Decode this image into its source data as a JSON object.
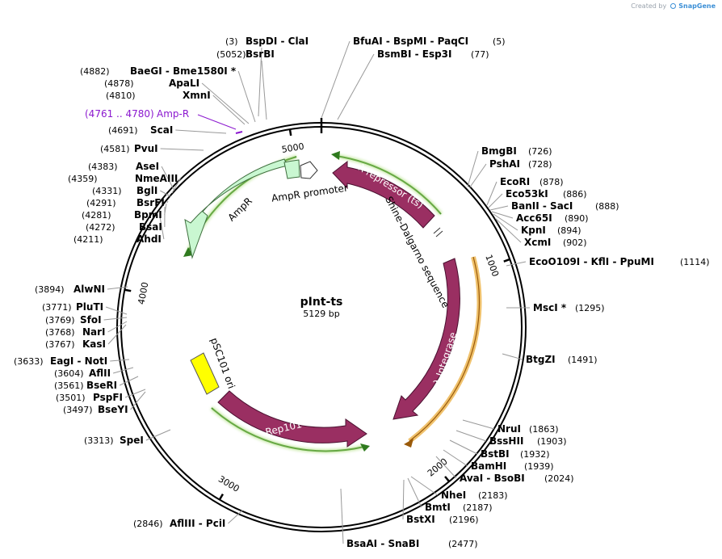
{
  "credit": {
    "prefix": "Created by",
    "brand": "SnapGene"
  },
  "plasmid": {
    "name": "pInt-ts",
    "size_label": "5129 bp",
    "length": 5129
  },
  "ticks": [
    "1000",
    "2000",
    "3000",
    "4000",
    "5000"
  ],
  "colors": {
    "feature_maroon": "#9a2f62",
    "promoter_fill": "#ffffff",
    "primer_green": "#a4dc6e",
    "orf_orange": "#f0c26d",
    "ampr_fill": "#c9f7d1",
    "rep_origin": "#ffff00",
    "ampr_site": "#8b18cf"
  },
  "features": [
    {
      "label": "λ repressor (ts)"
    },
    {
      "label": "Shine-Dalgarno sequence"
    },
    {
      "label": "λ Integrase"
    },
    {
      "label": "Rep101"
    },
    {
      "label": "pSC101 ori"
    },
    {
      "label": "AmpR"
    },
    {
      "label": "AmpR promoter"
    }
  ],
  "ampr_site": {
    "range": "(4761 .. 4780)",
    "name": "Amp-R"
  },
  "sites_right": [
    {
      "name": "BspDI  -  ClaI",
      "pos": "(3)"
    },
    {
      "name": "BsrBI",
      "pos": "(5052)"
    },
    {
      "name": "BfuAI  -  BspMI  -  PaqCI",
      "pos": "(5)"
    },
    {
      "name": "BsmBI  -  Esp3I",
      "pos": "(77)"
    },
    {
      "name": "BmgBI",
      "pos": "(726)"
    },
    {
      "name": "PshAI",
      "pos": "(728)"
    },
    {
      "name": "EcoRI",
      "pos": "(878)"
    },
    {
      "name": "Eco53kI",
      "pos": "(886)"
    },
    {
      "name": "BanII  -  SacI",
      "pos": "(888)"
    },
    {
      "name": "Acc65I",
      "pos": "(890)"
    },
    {
      "name": "KpnI",
      "pos": "(894)"
    },
    {
      "name": "XcmI",
      "pos": "(902)"
    },
    {
      "name": "EcoO109I  -  KflI  -  PpuMI",
      "pos": "(1114)"
    },
    {
      "name": "MscI *",
      "pos": "(1295)"
    },
    {
      "name": "BtgZI",
      "pos": "(1491)"
    },
    {
      "name": "NruI",
      "pos": "(1863)"
    },
    {
      "name": "BssHII",
      "pos": "(1903)"
    },
    {
      "name": "BstBI",
      "pos": "(1932)"
    },
    {
      "name": "BamHI",
      "pos": "(1939)"
    },
    {
      "name": "AvaI  -  BsoBI",
      "pos": "(2024)"
    },
    {
      "name": "NheI",
      "pos": "(2183)"
    },
    {
      "name": "BmtI",
      "pos": "(2187)"
    },
    {
      "name": "BstXI",
      "pos": "(2196)"
    },
    {
      "name": "BsaAI  -  SnaBI",
      "pos": "(2477)"
    }
  ],
  "sites_left": [
    {
      "name": "BaeGI  -  Bme1580I *",
      "pos": "(4882)"
    },
    {
      "name": "ApaLI",
      "pos": "(4878)"
    },
    {
      "name": "XmnI",
      "pos": "(4810)"
    },
    {
      "name": "ScaI",
      "pos": "(4691)"
    },
    {
      "name": "PvuI",
      "pos": "(4581)"
    },
    {
      "name": "AseI",
      "pos": "(4383)"
    },
    {
      "name": "NmeAIII",
      "pos": "(4359)"
    },
    {
      "name": "BglI",
      "pos": "(4331)"
    },
    {
      "name": "BsrFI",
      "pos": "(4291)"
    },
    {
      "name": "BpmI",
      "pos": "(4281)"
    },
    {
      "name": "BsaI",
      "pos": "(4272)"
    },
    {
      "name": "AhdI",
      "pos": "(4211)"
    },
    {
      "name": "AlwNI",
      "pos": "(3894)"
    },
    {
      "name": "PluTI",
      "pos": "(3771)"
    },
    {
      "name": "SfoI",
      "pos": "(3769)"
    },
    {
      "name": "NarI",
      "pos": "(3768)"
    },
    {
      "name": "KasI",
      "pos": "(3767)"
    },
    {
      "name": "EagI  -  NotI",
      "pos": "(3633)"
    },
    {
      "name": "AflII",
      "pos": "(3604)"
    },
    {
      "name": "BseRI",
      "pos": "(3561)"
    },
    {
      "name": "PspFI",
      "pos": "(3501)"
    },
    {
      "name": "BseYI",
      "pos": "(3497)"
    },
    {
      "name": "SpeI",
      "pos": "(3313)"
    },
    {
      "name": "AflIII  -  PciI",
      "pos": "(2846)"
    }
  ]
}
